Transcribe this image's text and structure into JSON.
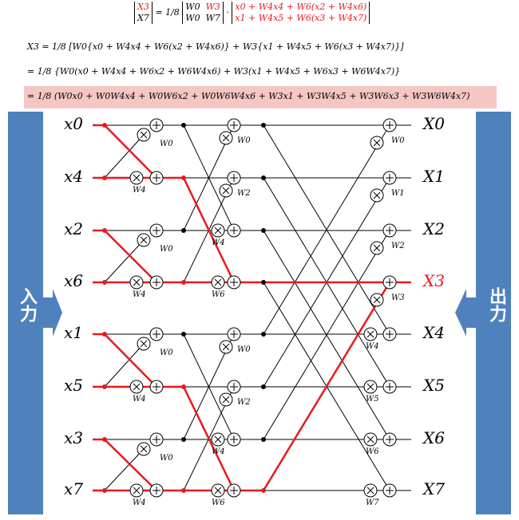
{
  "equations": {
    "matrix_lhs": [
      "X3",
      "X7"
    ],
    "matrix_scale": "1/8",
    "matrix_w": [
      [
        "W0",
        "W3"
      ],
      [
        "W0",
        "W7"
      ]
    ],
    "matrix_rhs": [
      "x0 + W4x4 + W6(x2 + W4x6)",
      "x1 + W4x5 + W6(x3 + W4x7)"
    ],
    "line1": "X3 = 1/8 [W0{x0 + W4x4 + W6(x2 + W4x6)} + W3{x1 + W4x5 + W6(x3 + W4x7)}]",
    "line2": "= 1/8 {W0(x0 + W4x4 + W6x2 + W6W4x6) + W3(x1 + W4x5 + W6x3 + W6W4x7)}",
    "line3": "= 1/8 (W0x0 + W0W4x4 + W0W6x2 + W0W6W4x6 + W3x1 + W3W4x5 + W3W6x3 + W3W6W4x7)"
  },
  "inputs": [
    "x0",
    "x4",
    "x2",
    "x6",
    "x1",
    "x5",
    "x3",
    "x7"
  ],
  "outputs": [
    "X0",
    "X1",
    "X2",
    "X3",
    "X4",
    "X5",
    "X6",
    "X7"
  ],
  "input_arrow_label": "入力",
  "output_arrow_label": "出力",
  "stage1_twiddles": [
    "W0",
    "W4",
    "W0",
    "W4",
    "W0",
    "W4",
    "W0",
    "W4"
  ],
  "stage2_twiddles": [
    "W0",
    "W2",
    "W4",
    "W6",
    "W0",
    "W2",
    "W4",
    "W6"
  ],
  "stage3_twiddles": [
    "W0",
    "W1",
    "W2",
    "W3",
    "W4",
    "W5",
    "W6",
    "W7"
  ],
  "colors": {
    "highlight_path": "#e8191e",
    "arrow_fill": "#4f81bd",
    "equation_highlight_bg": "#f6c6c4",
    "line": "#000000"
  }
}
